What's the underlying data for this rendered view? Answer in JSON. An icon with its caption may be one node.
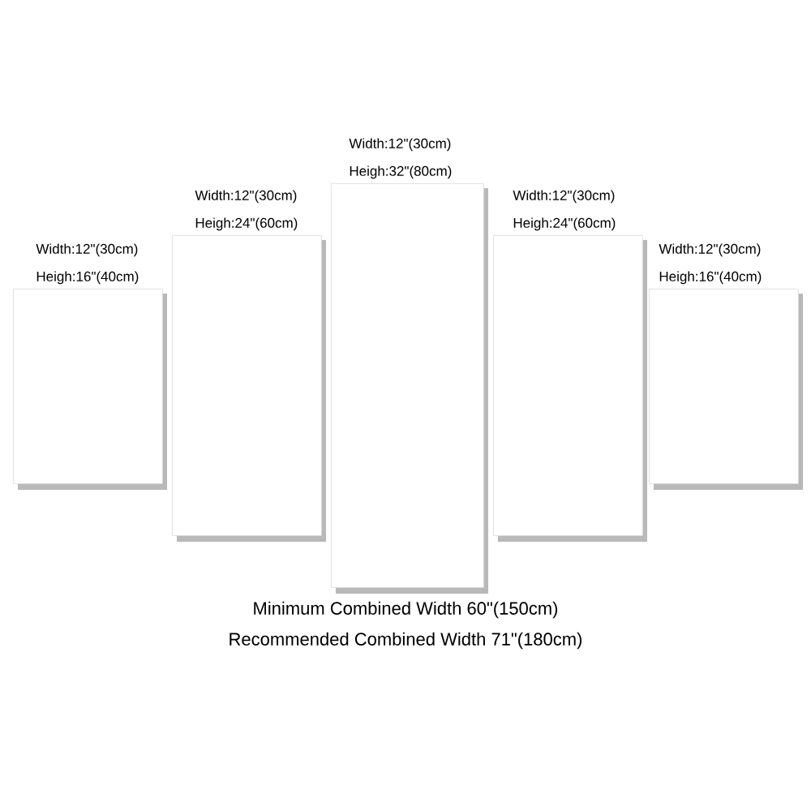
{
  "diagram": {
    "nodes": [
      {
        "text": [
          "Width:12\"(30cm)",
          "Heigh:16\"(40cm)"
        ]
      },
      {
        "text": [
          "Width:12\"(30cm)",
          "Heigh:24\"(60cm)"
        ]
      },
      {
        "text": [
          "Width:12\"(30cm)",
          "Heigh:32\"(80cm)"
        ]
      },
      {
        "text": [
          "Width:12\"(30cm)",
          "Heigh:24\"(60cm)"
        ]
      },
      {
        "text": [
          "Width:12\"(30cm)",
          "Heigh:16\"(40cm)"
        ]
      }
    ],
    "labels": [
      "Minimum Combined Width 60\"(150cm)",
      "Recommended Combined Width 71\"(180cm)"
    ]
  }
}
